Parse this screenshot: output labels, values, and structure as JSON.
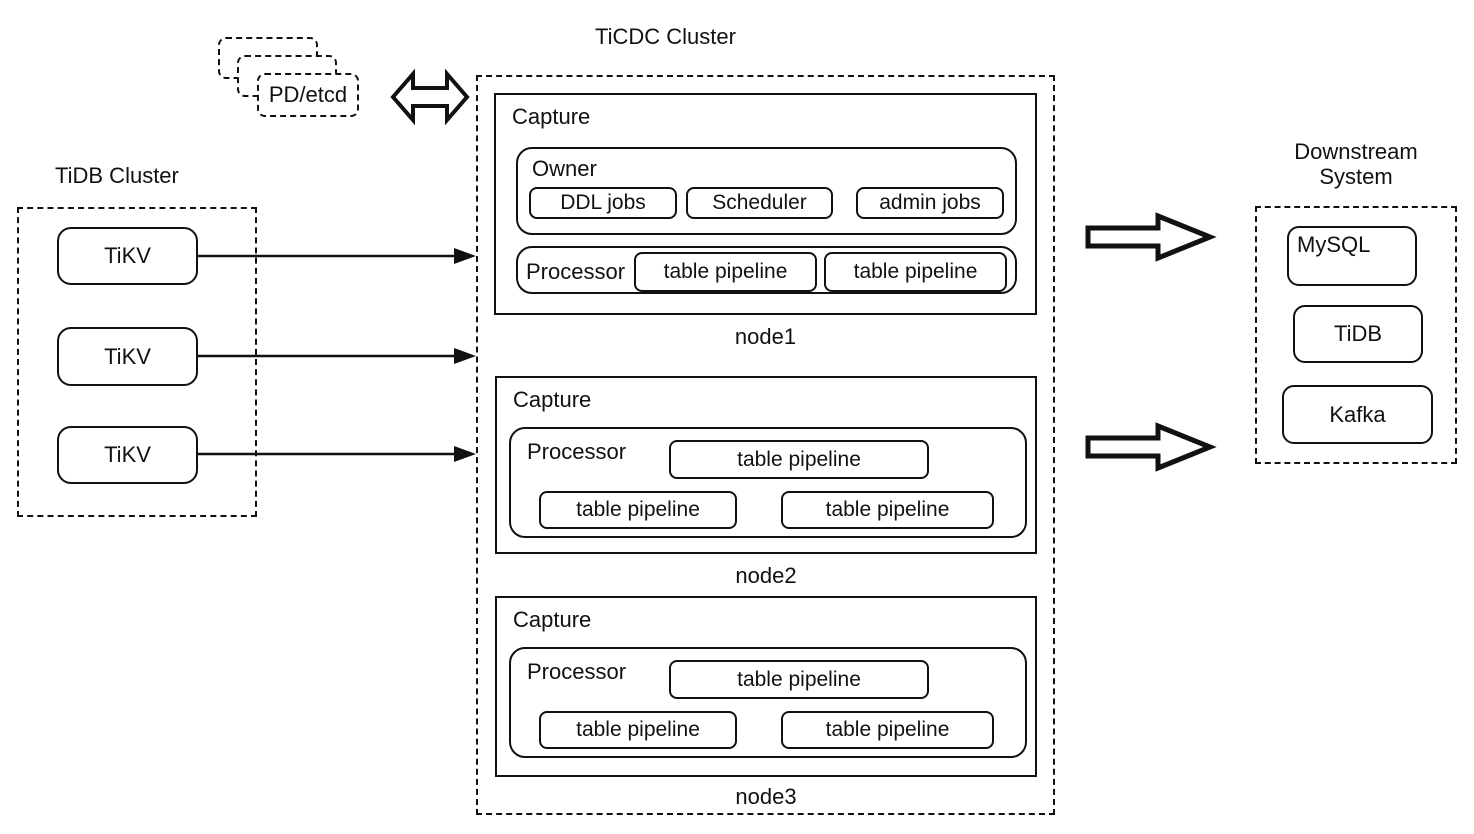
{
  "diagram": {
    "ticdc_title": "TiCDC Cluster",
    "tidb_title": "TiDB Cluster",
    "downstream_title": "Downstream\nSystem",
    "pd_label": "PD/etcd"
  },
  "tidb_cluster": {
    "tikv_nodes": [
      "TiKV",
      "TiKV",
      "TiKV"
    ]
  },
  "ticdc_cluster": {
    "nodes": [
      {
        "caption": "node1",
        "capture_label": "Capture",
        "owner": {
          "label": "Owner",
          "jobs": [
            "DDL jobs",
            "Scheduler",
            "admin jobs"
          ]
        },
        "processor": {
          "label": "Processor",
          "pipelines": [
            "table pipeline",
            "table pipeline"
          ]
        }
      },
      {
        "caption": "node2",
        "capture_label": "Capture",
        "processor": {
          "label": "Processor",
          "pipelines": [
            "table pipeline",
            "table pipeline",
            "table pipeline"
          ]
        }
      },
      {
        "caption": "node3",
        "capture_label": "Capture",
        "processor": {
          "label": "Processor",
          "pipelines": [
            "table pipeline",
            "table pipeline",
            "table pipeline"
          ]
        }
      }
    ]
  },
  "downstream_system": {
    "targets": [
      "MySQL",
      "TiDB",
      "Kafka"
    ]
  },
  "colors": {
    "stroke": "#111111",
    "background": "#ffffff"
  }
}
